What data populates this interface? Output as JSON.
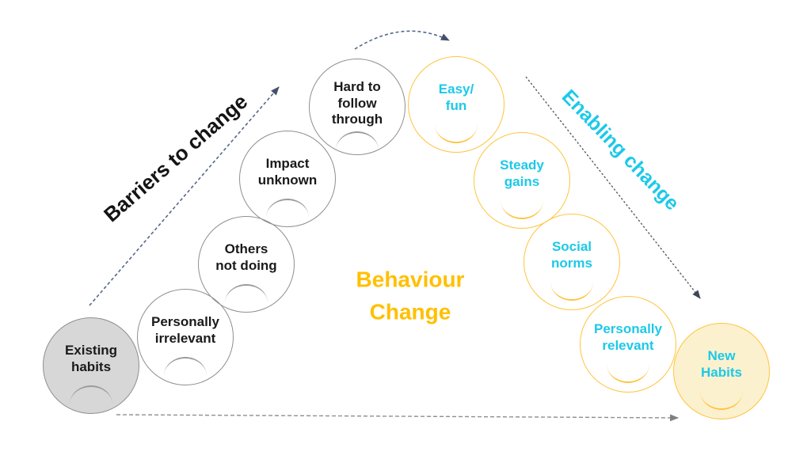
{
  "diagram": {
    "barriers_label": "Barriers to change",
    "enabling_label": "Enabling change",
    "center_label": "Behaviour\nChange"
  },
  "circles": [
    {
      "id": "existing-habits",
      "label": "Existing\nhabits",
      "group": "barrier",
      "filled": true,
      "mouth": "frown-icon"
    },
    {
      "id": "personally-irrelevant",
      "label": "Personally\nirrelevant",
      "group": "barrier",
      "filled": false,
      "mouth": "frown-icon"
    },
    {
      "id": "others-not-doing",
      "label": "Others\nnot doing",
      "group": "barrier",
      "filled": false,
      "mouth": "frown-icon"
    },
    {
      "id": "impact-unknown",
      "label": "Impact\nunknown",
      "group": "barrier",
      "filled": false,
      "mouth": "frown-icon"
    },
    {
      "id": "hard-to-follow-through",
      "label": "Hard to\nfollow\nthrough",
      "group": "barrier",
      "filled": false,
      "mouth": "frown-icon"
    },
    {
      "id": "easy-fun",
      "label": "Easy/\nfun",
      "group": "enabler",
      "filled": false,
      "mouth": "smile-icon"
    },
    {
      "id": "steady-gains",
      "label": "Steady\ngains",
      "group": "enabler",
      "filled": false,
      "mouth": "smile-icon"
    },
    {
      "id": "social-norms",
      "label": "Social\nnorms",
      "group": "enabler",
      "filled": false,
      "mouth": "smile-icon"
    },
    {
      "id": "personally-relevant",
      "label": "Personally\nrelevant",
      "group": "enabler",
      "filled": false,
      "mouth": "smile-icon"
    },
    {
      "id": "new-habits",
      "label": "New\nHabits",
      "group": "enabler",
      "filled": true,
      "mouth": "smile-icon"
    }
  ],
  "colors": {
    "cyan_text": "#1CC9E8",
    "gold_text": "#FFC000",
    "yellow_border": "#FFC43E",
    "light_yellow_fill": "#FCF1CE",
    "gray_border": "#8F8F8F",
    "gray_fill": "#D7D7D7",
    "arrow_slate": "#44506B",
    "arrow_dark": "#3C4759",
    "arrow_gray": "#7F7F7F"
  }
}
